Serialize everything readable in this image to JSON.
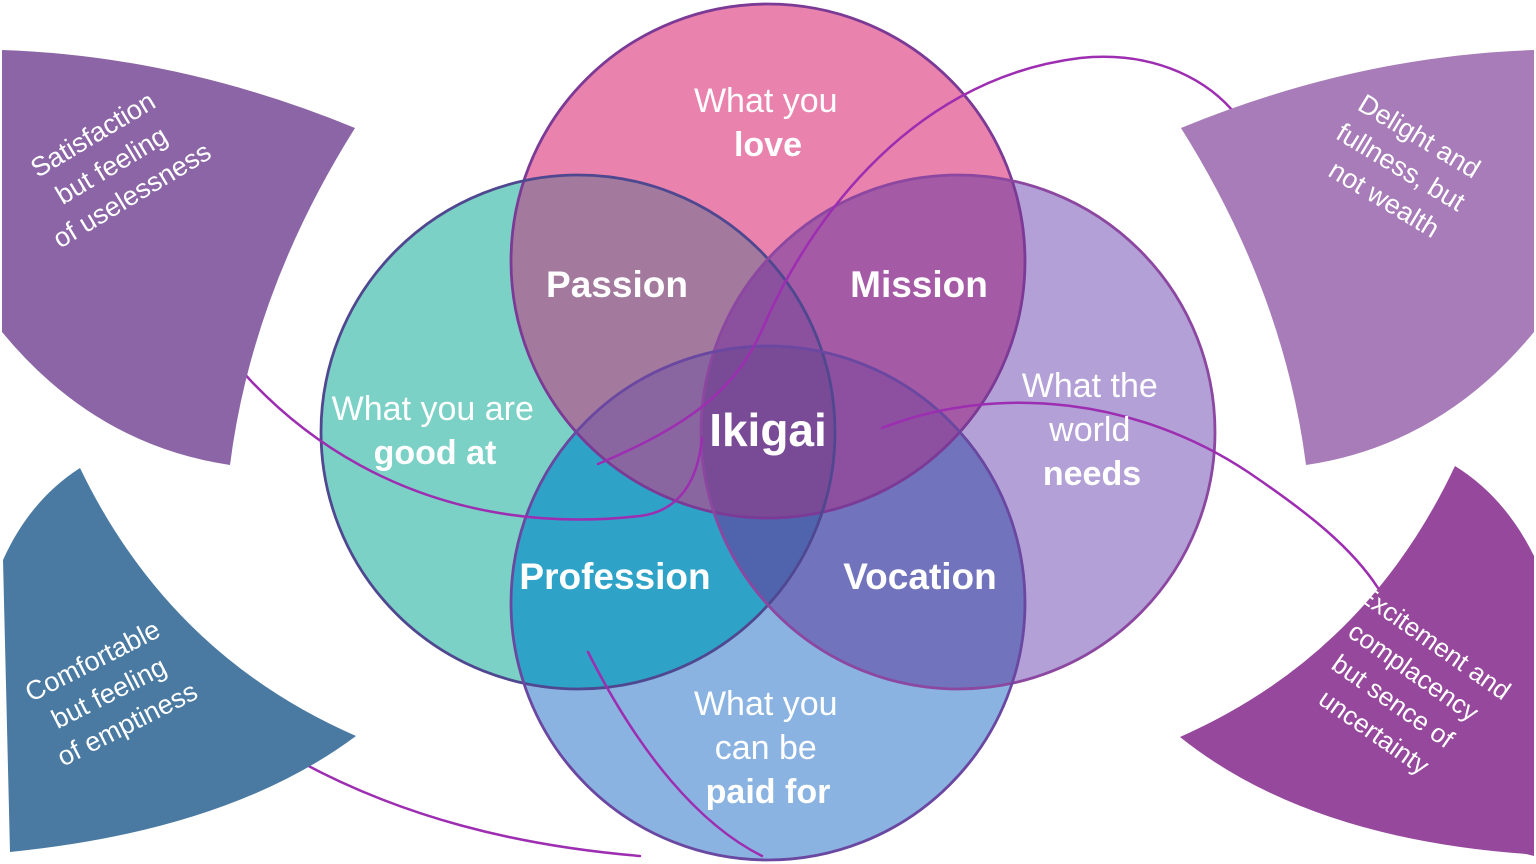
{
  "diagram_title": "Ikigai",
  "center_label": "Ikigai",
  "circle_labels": {
    "love": {
      "line1": "What you",
      "line2": "love"
    },
    "good_at": {
      "line1": "What you are",
      "line2": "good at"
    },
    "world_needs": {
      "line1": "What the",
      "line2": "world",
      "line3": "needs"
    },
    "paid_for": {
      "line1": "What you",
      "line2": "can be",
      "line3": "paid for"
    }
  },
  "overlap_labels": {
    "passion": "Passion",
    "mission": "Mission",
    "profession": "Profession",
    "vocation": "Vocation"
  },
  "wedges": {
    "top_left": {
      "line1": "Satisfaction",
      "line2": "but feeling",
      "line3": "of uselessness"
    },
    "top_right": {
      "line1": "Delight and",
      "line2": "fullness, but",
      "line3": "not wealth"
    },
    "bottom_left": {
      "line1": "Comfortable",
      "line2": "but feeling",
      "line3": "of emptiness"
    },
    "bottom_right": {
      "line1": "Excitement and",
      "line2": "complacency",
      "line3": "but sence of",
      "line4": "uncertainty"
    }
  },
  "colors": {
    "pink": "#e982ac",
    "teal": "#7cd1c6",
    "lavender": "#b2a0d6",
    "blue": "#8ab3e1",
    "passion": "#a37a9d",
    "mission": "#a55aa5",
    "profession": "#2fa3c7",
    "vocation": "#7173bd",
    "petal_north": "#8b509e",
    "petal_south": "#5063ad",
    "petal_west": "#8a66a1",
    "petal_east": "#8d4f9f",
    "center": "#794b96",
    "wedge_top_left": "#8b65a5",
    "wedge_top_right": "#a77cb8",
    "wedge_bottom_left": "#4a7aa2",
    "wedge_bottom_right": "#96489c",
    "stroke_top": "#7b3a95",
    "stroke_left": "#4f4890",
    "stroke_right": "#8c47a0",
    "stroke_bottom": "#6a47a0",
    "swoosh": "#9d2db1",
    "text": "#ffffff"
  }
}
